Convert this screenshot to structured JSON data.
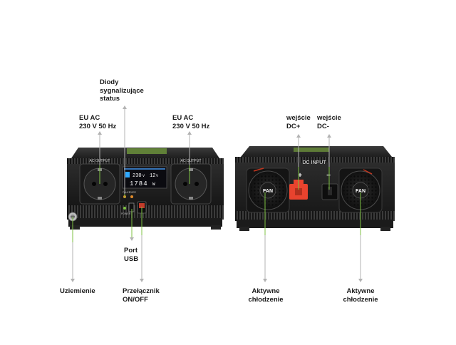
{
  "labels": {
    "diody": [
      "Diody",
      "sygnalizujące",
      "status"
    ],
    "eu_ac_left": [
      "EU AC",
      "230 V 50 Hz"
    ],
    "eu_ac_right": [
      "EU AC",
      "230 V 50 Hz"
    ],
    "port_usb": [
      "Port",
      "USB"
    ],
    "uziemienie": [
      "Uziemienie"
    ],
    "przelacznik": [
      "Przełącznik",
      "ON/OFF"
    ],
    "wejscie_plus": [
      "wejście",
      "DC+"
    ],
    "wejscie_minus": [
      "wejście",
      "DC-"
    ],
    "aktywne_left": [
      "Aktywne",
      "chłodzenie"
    ],
    "aktywne_right": [
      "Aktywne",
      "chłodzenie"
    ]
  },
  "device_front": {
    "socket_left_label": "AC OUTPUT",
    "socket_right_label": "AC OUTPUT",
    "display_top": "230",
    "display_top_unit": "V",
    "display_right": "12",
    "display_right_unit": "V",
    "display_bottom": "1784",
    "display_bottom_unit": "W",
    "fault_label": "FAULT",
    "over_label": "OVER",
    "power_label": "POWER"
  },
  "device_back": {
    "title": "DC INPUT",
    "plus": "+",
    "minus": "−",
    "fan_left": "FAN",
    "fan_right": "FAN"
  },
  "colors": {
    "accent_green": "#7dc242",
    "pointer_gray": "#b3b3b3",
    "body_dark": "#2a2a2a",
    "terminal_red": "#e8432e"
  }
}
